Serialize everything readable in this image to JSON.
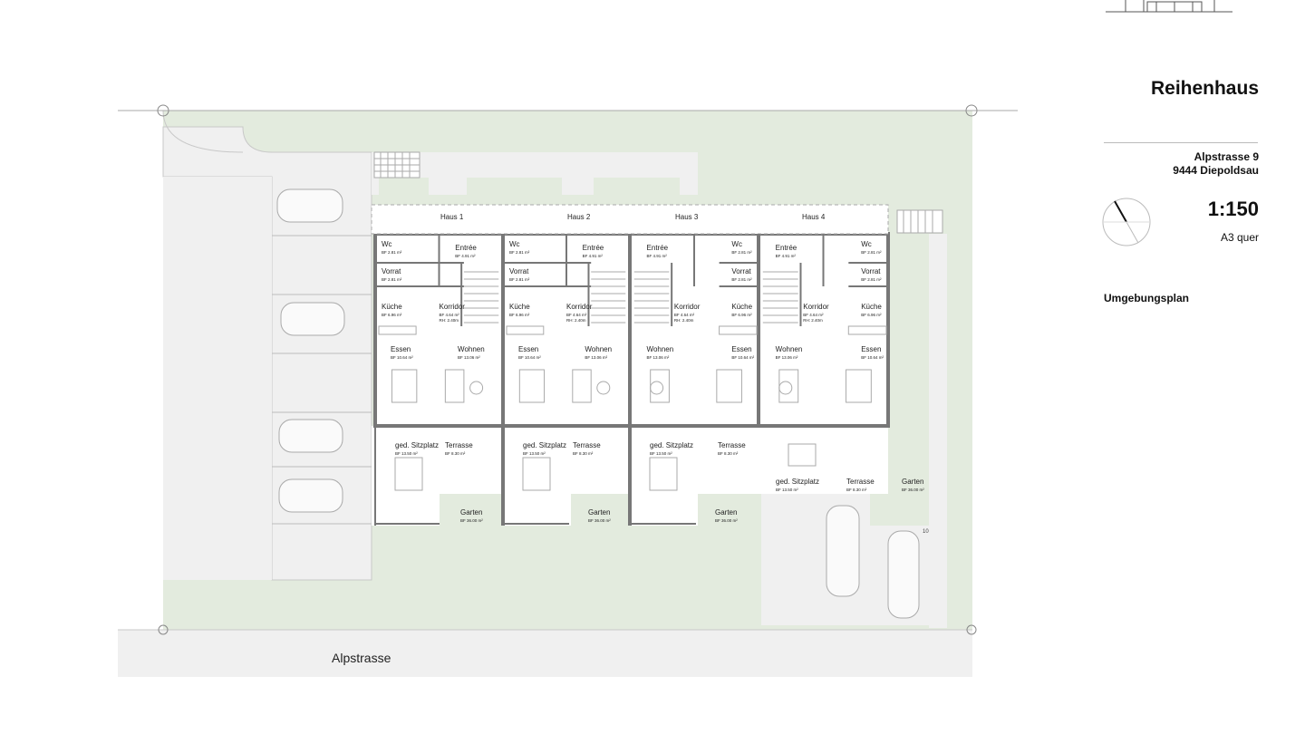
{
  "sheet": {
    "title": "Reihenhaus",
    "address_line1": "Alpstrasse 9",
    "address_line2": "9444 Diepoldsau",
    "scale": "1:150",
    "format": "A3 quer",
    "plan_type": "Umgebungsplan"
  },
  "street": {
    "name": "Alpstrasse"
  },
  "houses": [
    "Haus 1",
    "Haus 2",
    "Haus 3",
    "Haus 4"
  ],
  "rooms": {
    "wc": "Wc",
    "wc_area": "BF 2.81 m²",
    "entree": "Entrée",
    "entree_area": "BF 4.91 m²",
    "vorrat": "Vorrat",
    "vorrat_area": "BF 2.81 m²",
    "kueche": "Küche",
    "kueche_area": "BF 6.96 m²",
    "korridor": "Korridor",
    "korridor_area": "BF 4.64 m²",
    "korridor_rh": "RH: 2.40m",
    "essen": "Essen",
    "essen_area": "BF 10.64 m²",
    "wohnen": "Wohnen",
    "wohnen_area": "BF 13.06 m²",
    "sitzplatz": "ged. Sitzplatz",
    "sitzplatz_area": "BF 13.50 m²",
    "terrasse": "Terrasse",
    "terrasse_area": "BF 8.30 m²",
    "garten": "Garten",
    "garten_area": "BF 36.00 m²"
  },
  "marker": "10",
  "colors": {
    "lawn": "#e3ebde",
    "paving": "#f0f0f0",
    "wall": "#777777",
    "lines": "#9a9a9a"
  }
}
